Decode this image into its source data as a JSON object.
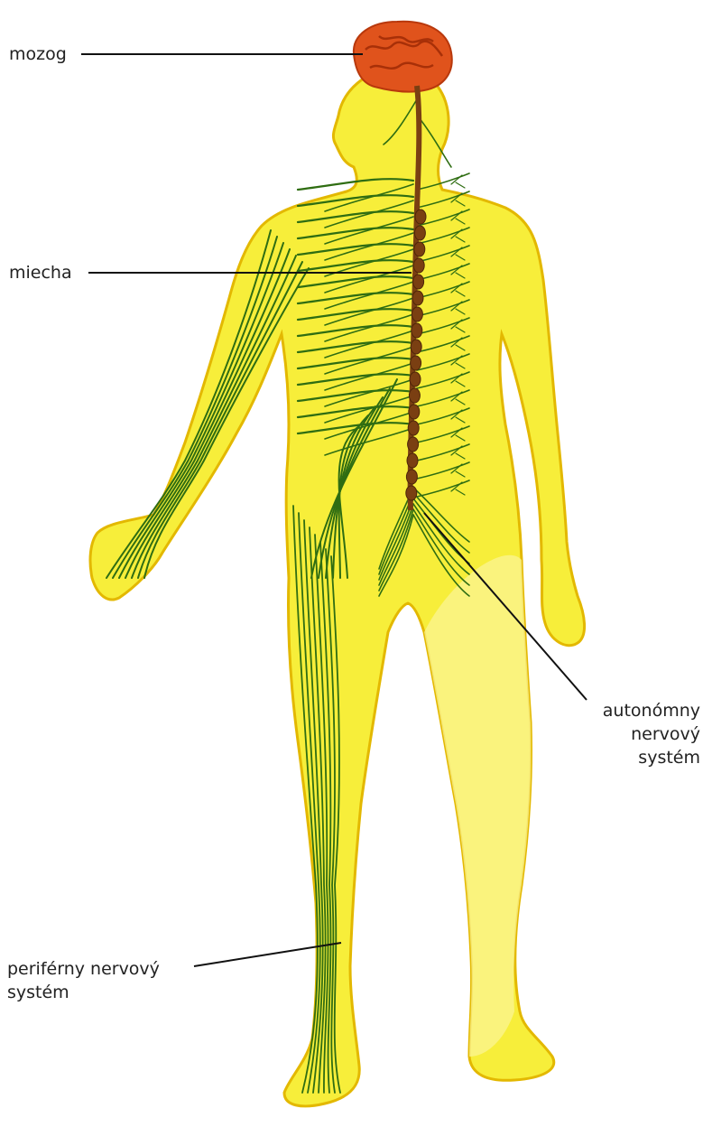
{
  "labels": {
    "brain": "mozog",
    "spinal_cord": "miecha",
    "autonomic_line1": "autonómny",
    "autonomic_line2": "nervový",
    "autonomic_line3": "systém",
    "peripheral_line1": "periférny nervový",
    "peripheral_line2": "systém"
  },
  "colors": {
    "body_fill": "#f7ee3a",
    "body_outline": "#e3b800",
    "nerves": "#2f6d12",
    "brain": "#e0531c",
    "ganglia": "#7a3f12",
    "leader_lines": "#111111"
  }
}
